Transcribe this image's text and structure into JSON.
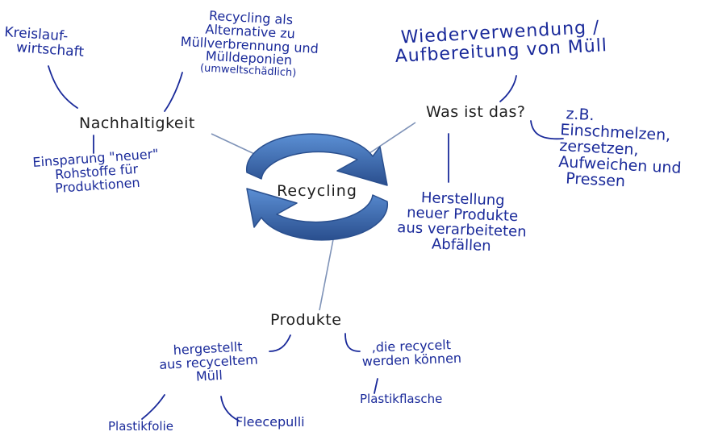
{
  "center": {
    "label": "Recycling"
  },
  "branches": {
    "nachhaltigkeit": "Nachhaltigkeit",
    "was_ist_das": "Was ist das?",
    "produkte": "Produkte"
  },
  "notes": {
    "kreislauf": [
      "Kreislauf-",
      "wirtschaft"
    ],
    "alternative": [
      "Recycling als",
      "Alternative zu",
      "Müllverbrennung und",
      "Mülldeponien",
      "(umweltschädlich)"
    ],
    "einsparung": [
      "Einsparung \"neuer\"",
      "Rohstoffe für",
      "Produktionen"
    ],
    "wiederverwendung": [
      "Wiederverwendung /",
      "Aufbereitung von Müll"
    ],
    "zb": [
      "z.B.",
      "Einschmelzen,",
      "zersetzen,",
      "Aufweichen und",
      "Pressen"
    ],
    "herstellung": [
      "Herstellung",
      "neuer Produkte",
      "aus verarbeiteten",
      "Abfällen"
    ],
    "hergestellt": [
      "hergestellt",
      "aus recyceltem",
      "Müll"
    ],
    "recycelt": [
      ",die recycelt",
      "werden können"
    ],
    "plastikfolie": "Plastikfolie",
    "fleecepulli": "Fleecepulli",
    "plastikflasche": "Plastikflasche"
  },
  "colors": {
    "ink_blue": "#1a2a9a",
    "ink_black": "#1e1e1e",
    "arrow_dark": "#2a4f8e",
    "arrow_light": "#5b8fd4",
    "connector": "#7f93b8"
  }
}
